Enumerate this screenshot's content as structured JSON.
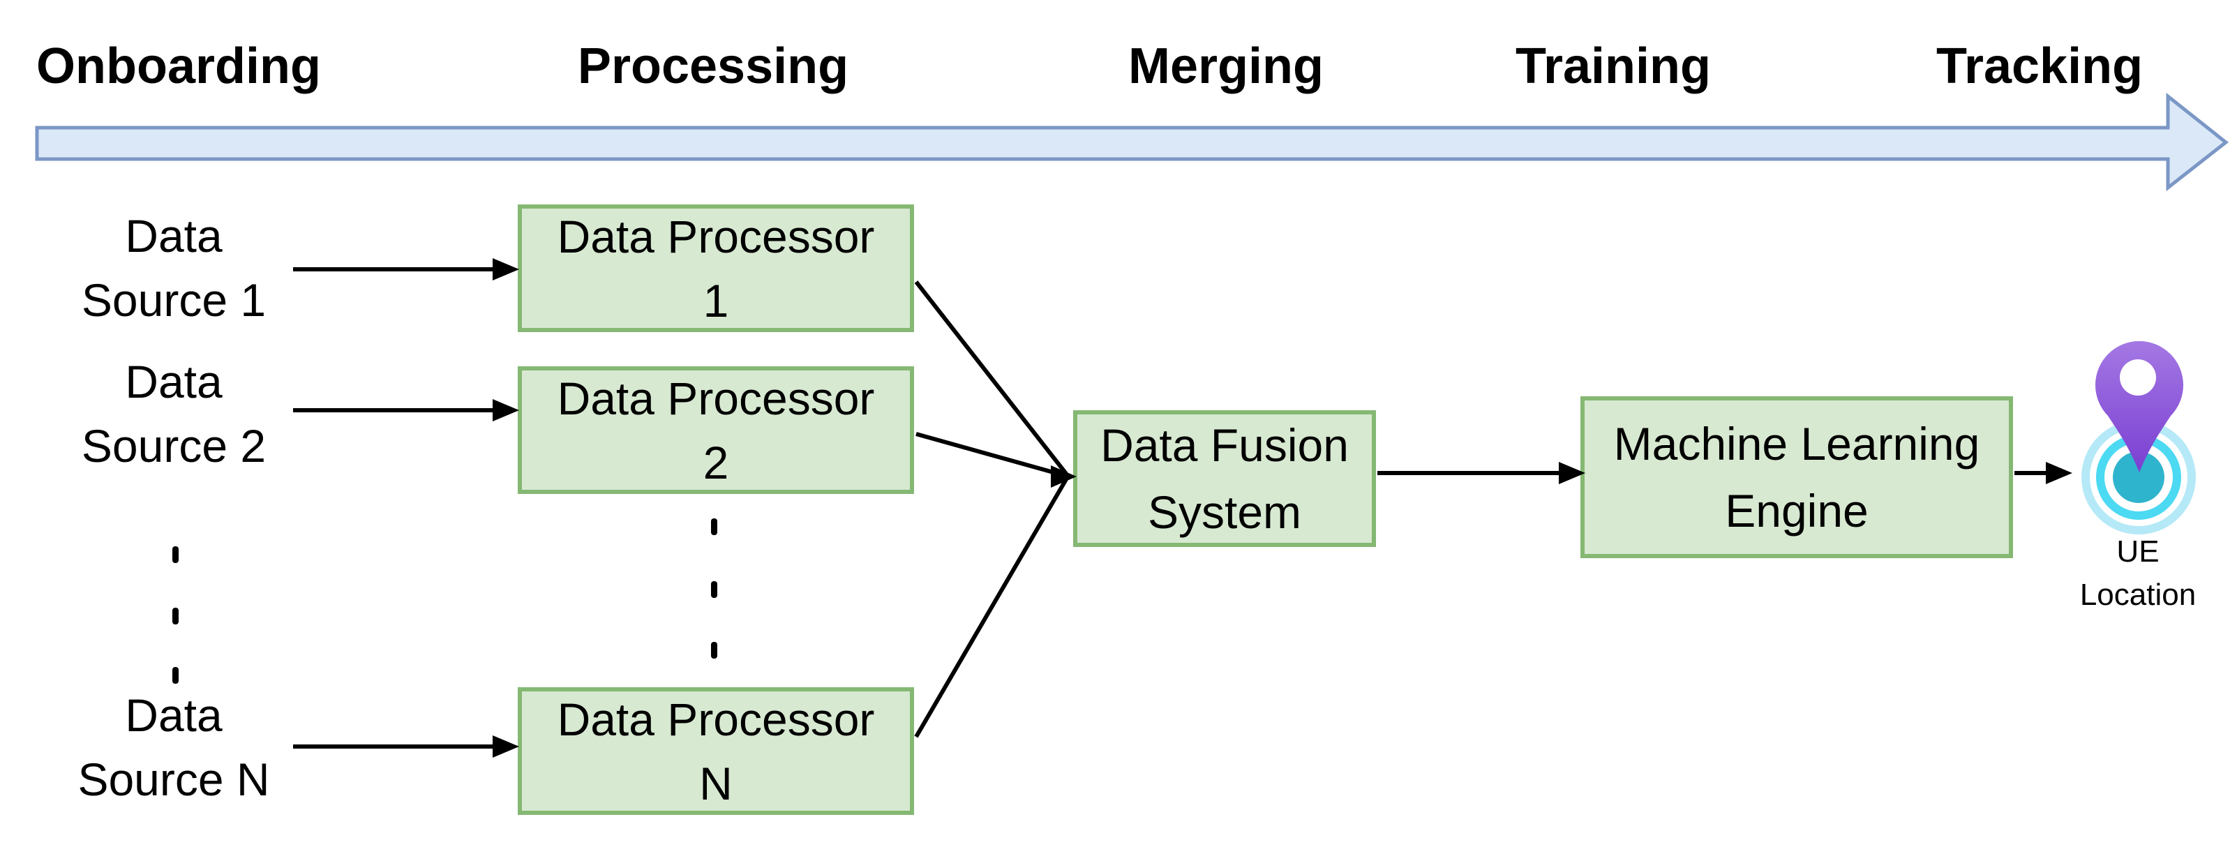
{
  "phases": [
    {
      "label": "Onboarding"
    },
    {
      "label": "Processing"
    },
    {
      "label": "Merging"
    },
    {
      "label": "Training"
    },
    {
      "label": "Tracking"
    }
  ],
  "sources": [
    {
      "line1": "Data",
      "line2": "Source 1"
    },
    {
      "line1": "Data",
      "line2": "Source 2"
    },
    {
      "line1": "Data",
      "line2": "Source N"
    }
  ],
  "processors": [
    {
      "line1": "Data Processor",
      "line2": "1"
    },
    {
      "line1": "Data Processor",
      "line2": "2"
    },
    {
      "line1": "Data Processor",
      "line2": "N"
    }
  ],
  "fusion": {
    "line1": "Data Fusion",
    "line2": "System"
  },
  "ml_engine": {
    "line1": "Machine Learning",
    "line2": "Engine"
  },
  "output": {
    "line1": "UE",
    "line2": "Location"
  },
  "icons": {
    "location_pin": "map-pin-icon",
    "target_rings": "target-rings-icon"
  },
  "colors": {
    "node_fill": "#d7e9d1",
    "node_border": "#85b873",
    "timeline_fill": "#dbe8f8",
    "timeline_border": "#7b97c6",
    "connector": "#000000",
    "pin_purple_top": "#a478e4",
    "pin_purple_bottom": "#7a3fd1",
    "ring_outer": "#b5e9f7",
    "ring_middle": "#4cd9f2",
    "ring_center": "#2fb4cd"
  }
}
